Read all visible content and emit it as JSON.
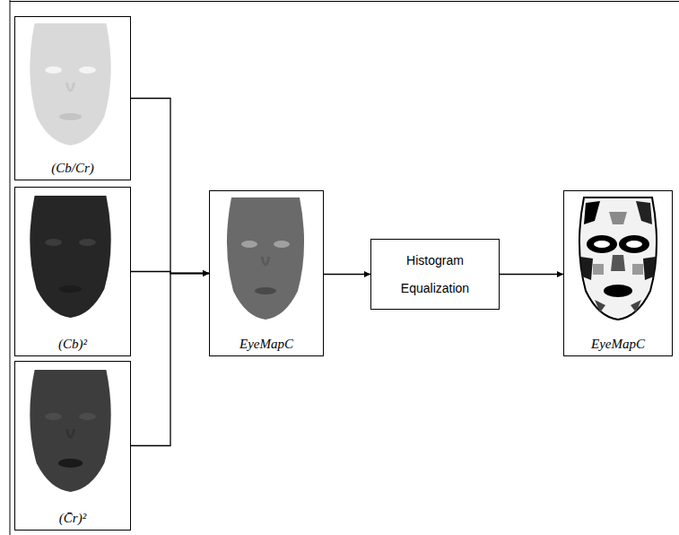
{
  "diagram": {
    "nodes": [
      {
        "text": [
          "(Cb/Cr)"
        ]
      },
      {
        "text": [
          "(Cb)²"
        ]
      },
      {
        "text": [
          "(C̄r)²"
        ]
      },
      {
        "text": [
          "EyeMapC"
        ]
      },
      {
        "text": [
          "Histogram Equalization"
        ]
      },
      {
        "text": [
          "EyeMapC"
        ]
      }
    ],
    "edges": [
      {
        "from": 0,
        "to": 3,
        "arrow": "to"
      },
      {
        "from": 1,
        "to": 3,
        "arrow": "to"
      },
      {
        "from": 2,
        "to": 3,
        "arrow": "to"
      },
      {
        "from": 3,
        "to": 4,
        "arrow": "to"
      },
      {
        "from": 4,
        "to": 5,
        "arrow": "to"
      }
    ]
  }
}
